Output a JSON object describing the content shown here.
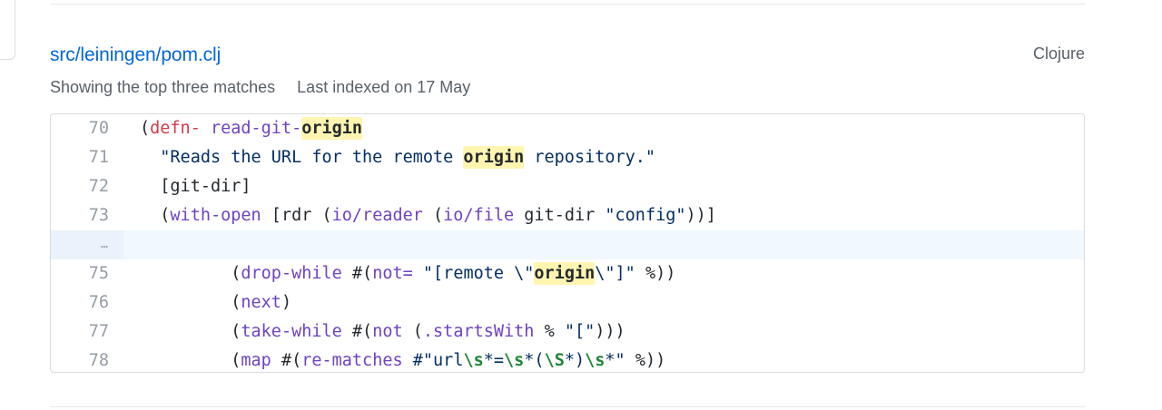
{
  "result": {
    "file_path": "src/leiningen/pom.clj",
    "language": "Clojure",
    "matches_text": "Showing the top three matches",
    "indexed_text": "Last indexed on 17 May"
  },
  "colors": {
    "link": "#0366d6",
    "highlight_bg": "#fff5b1",
    "keyword": "#d73a49",
    "function": "#6f42c1",
    "string": "#032f62",
    "escape": "#22863a"
  },
  "code": {
    "lines": [
      {
        "number": "70",
        "tokens": [
          {
            "t": "(",
            "c": "plain"
          },
          {
            "t": "defn-",
            "c": "kw"
          },
          {
            "t": " ",
            "c": "plain"
          },
          {
            "t": "read-git-",
            "c": "fn"
          },
          {
            "t": "origin",
            "c": "hl"
          }
        ]
      },
      {
        "number": "71",
        "tokens": [
          {
            "t": "  \"Reads the URL for the remote ",
            "c": "str"
          },
          {
            "t": "origin",
            "c": "hl"
          },
          {
            "t": " repository.\"",
            "c": "str"
          }
        ]
      },
      {
        "number": "72",
        "tokens": [
          {
            "t": "  [git-dir]",
            "c": "plain"
          }
        ]
      },
      {
        "number": "73",
        "tokens": [
          {
            "t": "  (",
            "c": "plain"
          },
          {
            "t": "with-open",
            "c": "fn"
          },
          {
            "t": " [rdr (",
            "c": "plain"
          },
          {
            "t": "io/reader",
            "c": "fn"
          },
          {
            "t": " (",
            "c": "plain"
          },
          {
            "t": "io/file",
            "c": "fn"
          },
          {
            "t": " git-dir ",
            "c": "plain"
          },
          {
            "t": "\"config\"",
            "c": "str"
          },
          {
            "t": "))]",
            "c": "plain"
          }
        ]
      },
      {
        "number": "…",
        "gap": true,
        "tokens": []
      },
      {
        "number": "75",
        "tokens": [
          {
            "t": "         (",
            "c": "plain"
          },
          {
            "t": "drop-while",
            "c": "fn"
          },
          {
            "t": " #(",
            "c": "plain"
          },
          {
            "t": "not=",
            "c": "fn"
          },
          {
            "t": " \"[remote \\\"",
            "c": "str"
          },
          {
            "t": "origin",
            "c": "hl"
          },
          {
            "t": "\\\"]\"",
            "c": "str"
          },
          {
            "t": " %))",
            "c": "plain"
          }
        ]
      },
      {
        "number": "76",
        "tokens": [
          {
            "t": "         (",
            "c": "plain"
          },
          {
            "t": "next",
            "c": "fn"
          },
          {
            "t": ")",
            "c": "plain"
          }
        ]
      },
      {
        "number": "77",
        "tokens": [
          {
            "t": "         (",
            "c": "plain"
          },
          {
            "t": "take-while",
            "c": "fn"
          },
          {
            "t": " #(",
            "c": "plain"
          },
          {
            "t": "not",
            "c": "fn"
          },
          {
            "t": " (",
            "c": "plain"
          },
          {
            "t": ".startsWith",
            "c": "fn"
          },
          {
            "t": " % ",
            "c": "plain"
          },
          {
            "t": "\"[\"",
            "c": "str"
          },
          {
            "t": ")))",
            "c": "plain"
          }
        ]
      },
      {
        "number": "78",
        "tokens": [
          {
            "t": "         (",
            "c": "plain"
          },
          {
            "t": "map",
            "c": "fn"
          },
          {
            "t": " #(",
            "c": "plain"
          },
          {
            "t": "re-matches",
            "c": "fn"
          },
          {
            "t": " #\"url",
            "c": "str"
          },
          {
            "t": "\\s",
            "c": "esc"
          },
          {
            "t": "*=",
            "c": "str"
          },
          {
            "t": "\\s",
            "c": "esc"
          },
          {
            "t": "*(",
            "c": "str"
          },
          {
            "t": "\\S",
            "c": "esc"
          },
          {
            "t": "*)",
            "c": "str"
          },
          {
            "t": "\\s",
            "c": "esc"
          },
          {
            "t": "*\"",
            "c": "str"
          },
          {
            "t": " %))",
            "c": "plain"
          }
        ]
      }
    ]
  }
}
